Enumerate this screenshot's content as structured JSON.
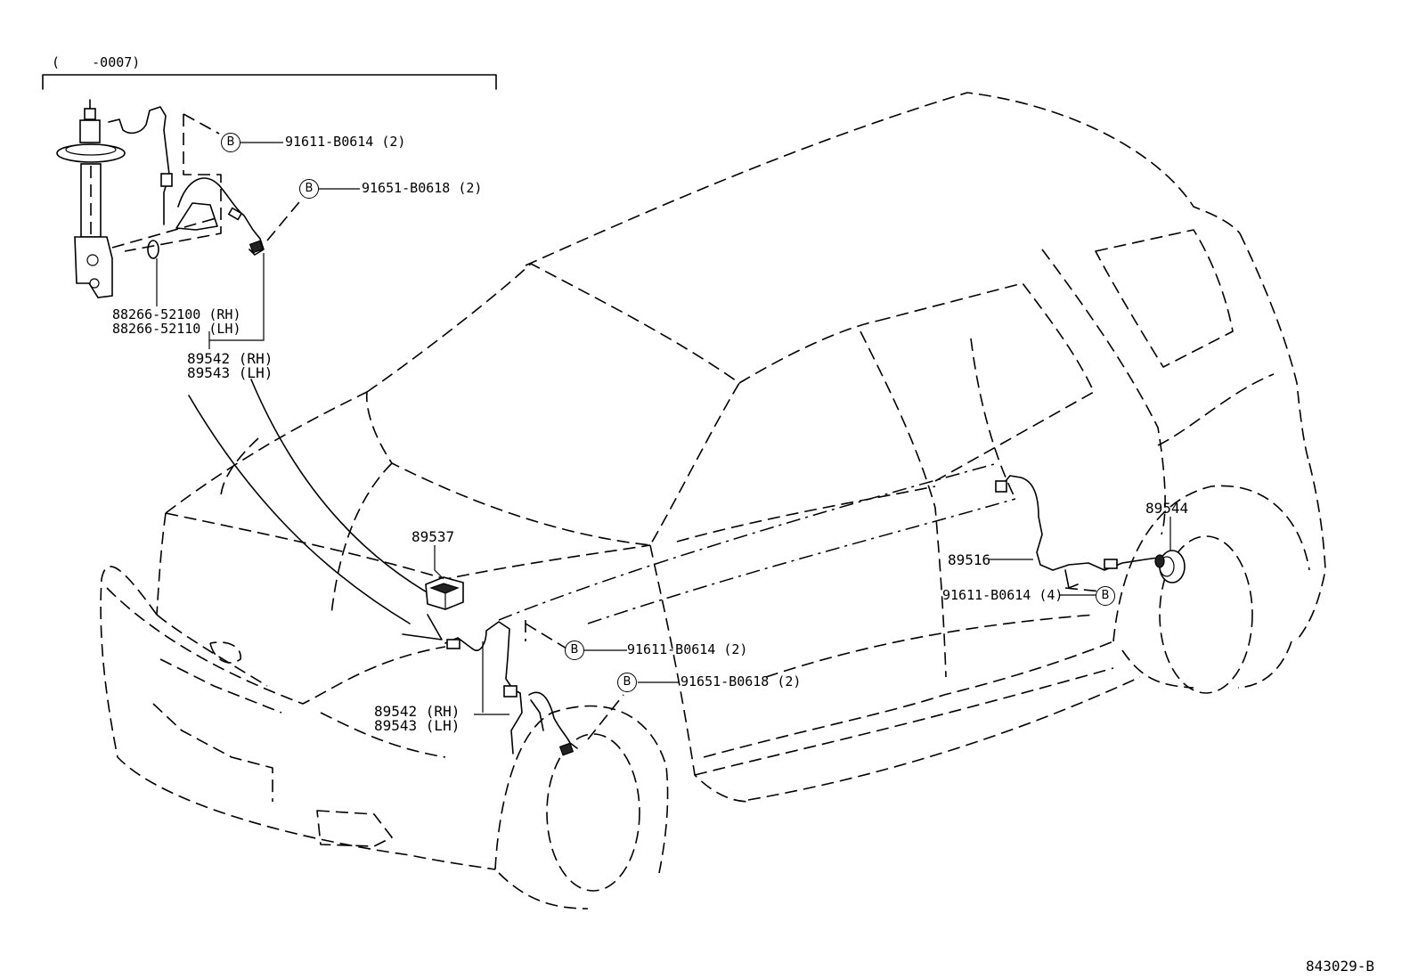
{
  "inset": {
    "range": "(    -0007)"
  },
  "bolt_marker": "B",
  "labels": {
    "inset_bolt_a": "91611-B0614 (2)",
    "inset_bolt_b": "91651-B0618 (2)",
    "inset_clamp_rh": "88266-52100 (RH)",
    "inset_clamp_lh": "88266-52110 (LH)",
    "inset_sensor_rh": "89542 (RH)",
    "inset_sensor_lh": "89543 (LH)",
    "computer": "89537",
    "front_bolt_a": "91611-B0614 (2)",
    "front_bolt_b": "91651-B0618 (2)",
    "front_sensor_rh": "89542 (RH)",
    "front_sensor_lh": "89543 (LH)",
    "rear_rotor": "89544",
    "rear_sensor": "89516",
    "rear_bolt": "91611-B0614 (4)"
  },
  "figure_code": "843029-B"
}
